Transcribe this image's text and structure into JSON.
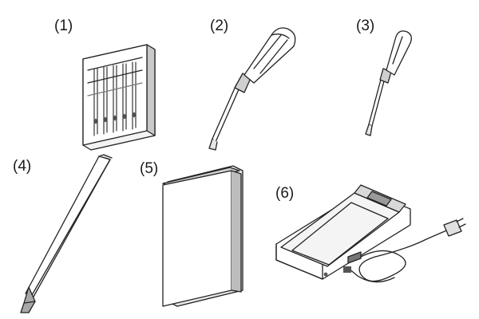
{
  "items": [
    {
      "label": "(1)",
      "icon": "needle-pack-icon"
    },
    {
      "label": "(2)",
      "icon": "large-screwdriver-icon"
    },
    {
      "label": "(3)",
      "icon": "small-screwdriver-icon"
    },
    {
      "label": "(4)",
      "icon": "tweezers-icon"
    },
    {
      "label": "(5)",
      "icon": "manual-book-icon"
    },
    {
      "label": "(6)",
      "icon": "foot-controller-icon"
    }
  ],
  "colors": {
    "line": "#222222",
    "background": "#ffffff",
    "shade": "#d6d6d6",
    "mid": "#a8a8a8",
    "dark": "#5a5a5a"
  }
}
